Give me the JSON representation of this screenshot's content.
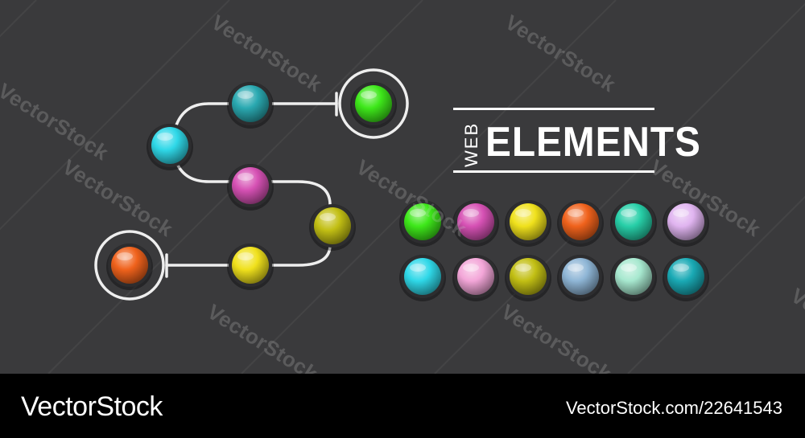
{
  "title": {
    "small": "WEB",
    "large": "ELEMENTS"
  },
  "watermark": {
    "text": "VectorStock"
  },
  "footer": {
    "brand": "VectorStock",
    "credit": "VectorStock.com/22641543"
  },
  "colors": {
    "background": "#3a3a3c",
    "line": "#eeeeee",
    "footer": "#000000",
    "green": "#3ee81a",
    "teal": "#2aa9b1",
    "cyan": "#2fd8e8",
    "magenta": "#d651b4",
    "olive": "#c2bf14",
    "yellow": "#f0e11c",
    "orange": "#f0621c",
    "mint": "#27cfa8",
    "lavender": "#e0b4f0",
    "pink": "#f3a6d8",
    "steel": "#8fb6d6",
    "pale_green": "#a7e8cf",
    "dark_teal": "#1aaab5"
  },
  "path_nodes": [
    "green",
    "teal",
    "cyan",
    "magenta",
    "olive",
    "yellow",
    "orange"
  ],
  "grid": [
    [
      "green",
      "magenta",
      "yellow",
      "orange",
      "mint",
      "lavender"
    ],
    [
      "cyan",
      "pink",
      "olive",
      "steel",
      "pale_green",
      "dark_teal"
    ]
  ]
}
